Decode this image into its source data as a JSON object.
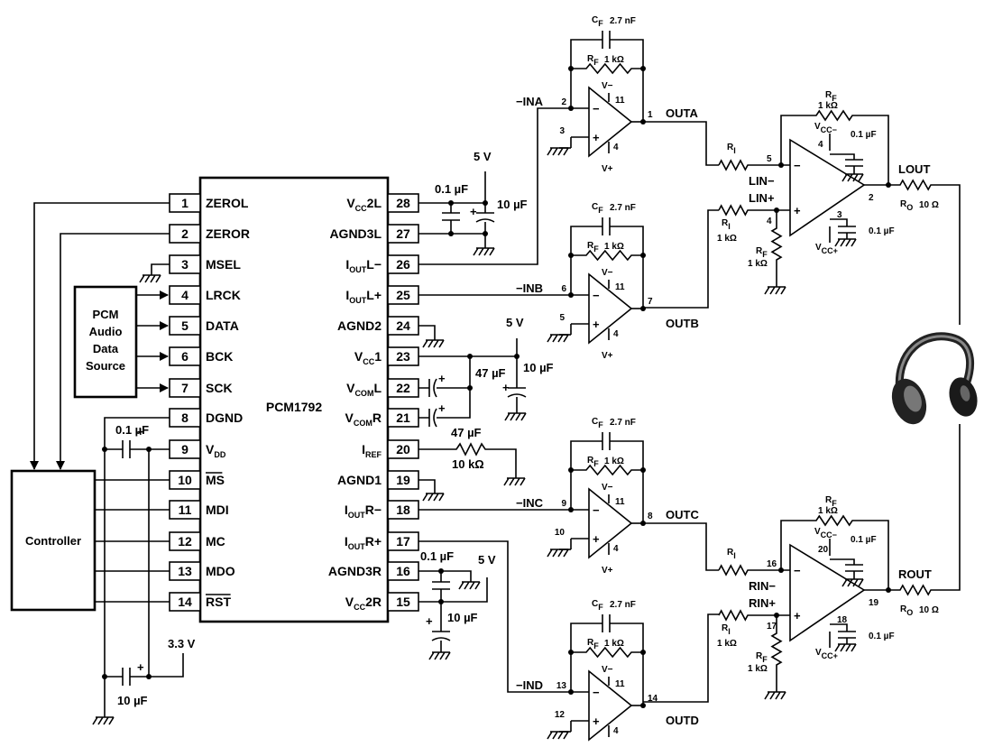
{
  "chip": {
    "name": "PCM1792",
    "left_pins": [
      {
        "num": "1",
        "label": "ZEROL"
      },
      {
        "num": "2",
        "label": "ZEROR"
      },
      {
        "num": "3",
        "label": "MSEL"
      },
      {
        "num": "4",
        "label": "LRCK"
      },
      {
        "num": "5",
        "label": "DATA"
      },
      {
        "num": "6",
        "label": "BCK"
      },
      {
        "num": "7",
        "label": "SCK"
      },
      {
        "num": "8",
        "label": "DGND"
      },
      {
        "num": "9",
        "label": "V",
        "sub": "DD"
      },
      {
        "num": "10",
        "label": "MS",
        "overline": true
      },
      {
        "num": "11",
        "label": "MDI"
      },
      {
        "num": "12",
        "label": "MC"
      },
      {
        "num": "13",
        "label": "MDO"
      },
      {
        "num": "14",
        "label": "RST",
        "overline": true
      }
    ],
    "right_pins": [
      {
        "num": "28",
        "label": "V",
        "sub": "CC",
        "suffix": "2L"
      },
      {
        "num": "27",
        "label": "AGND3L"
      },
      {
        "num": "26",
        "label": "I",
        "sub": "OUT",
        "suffix": "L−"
      },
      {
        "num": "25",
        "label": "I",
        "sub": "OUT",
        "suffix": "L+"
      },
      {
        "num": "24",
        "label": "AGND2"
      },
      {
        "num": "23",
        "label": "V",
        "sub": "CC",
        "suffix": "1"
      },
      {
        "num": "22",
        "label": "V",
        "sub": "COM",
        "suffix": "L"
      },
      {
        "num": "21",
        "label": "V",
        "sub": "COM",
        "suffix": "R"
      },
      {
        "num": "20",
        "label": "I",
        "sub": "REF"
      },
      {
        "num": "19",
        "label": "AGND1"
      },
      {
        "num": "18",
        "label": "I",
        "sub": "OUT",
        "suffix": "R−"
      },
      {
        "num": "17",
        "label": "I",
        "sub": "OUT",
        "suffix": "R+"
      },
      {
        "num": "16",
        "label": "AGND3R"
      },
      {
        "num": "15",
        "label": "V",
        "sub": "CC",
        "suffix": "2R"
      }
    ]
  },
  "pcm_source": {
    "lines": [
      "PCM",
      "Audio",
      "Data",
      "Source"
    ]
  },
  "controller": {
    "label": "Controller"
  },
  "supply": {
    "v5_top": "5 V",
    "v5_mid": "5 V",
    "v5_bot": "5 V",
    "v33": "3.3 V",
    "c_01uF": "0.1 µF",
    "c_10uF": "10 µF",
    "c_47uF": "47 µF",
    "r_iref": "10 kΩ"
  },
  "opamps": {
    "cf_label": "C",
    "cf_sub": "F",
    "cf_value": "2.7 nF",
    "rf_label": "R",
    "rf_sub": "F",
    "rf_value": "1 kΩ",
    "vminus": "V−",
    "vplus": "V+",
    "stages": [
      {
        "in": "−INA",
        "out": "OUTA",
        "pin_inv": "2",
        "pin_non": "3",
        "pin_out": "1",
        "pin_top": "11",
        "pin_bot": "4"
      },
      {
        "in": "−INB",
        "out": "OUTB",
        "pin_inv": "6",
        "pin_non": "5",
        "pin_out": "7",
        "pin_top": "11",
        "pin_bot": "4"
      },
      {
        "in": "−INC",
        "out": "OUTC",
        "pin_inv": "9",
        "pin_non": "10",
        "pin_out": "8",
        "pin_top": "11",
        "pin_bot": "4"
      },
      {
        "in": "−IND",
        "out": "OUTD",
        "pin_inv": "13",
        "pin_non": "12",
        "pin_out": "14",
        "pin_top": "11",
        "pin_bot": "4"
      }
    ]
  },
  "amps": {
    "ri_label": "R",
    "ri_sub": "I",
    "ri_value": "1 kΩ",
    "ro_label": "R",
    "ro_sub": "O",
    "ro_value": "10 Ω",
    "vcc_label": "V",
    "vcc_minus": "CC−",
    "vcc_plus": "CC+",
    "cap": "0.1 µF",
    "left": {
      "in_minus": "LIN−",
      "in_plus": "LIN+",
      "out": "LOUT",
      "pin_m": "5",
      "pin_p": "4",
      "pin_o": "2",
      "pin_top": "4",
      "pin_bot": "3"
    },
    "right": {
      "in_minus": "RIN−",
      "in_plus": "RIN+",
      "out": "ROUT",
      "pin_m": "16",
      "pin_p": "17",
      "pin_o": "19",
      "pin_top": "20",
      "pin_bot": "18"
    }
  }
}
